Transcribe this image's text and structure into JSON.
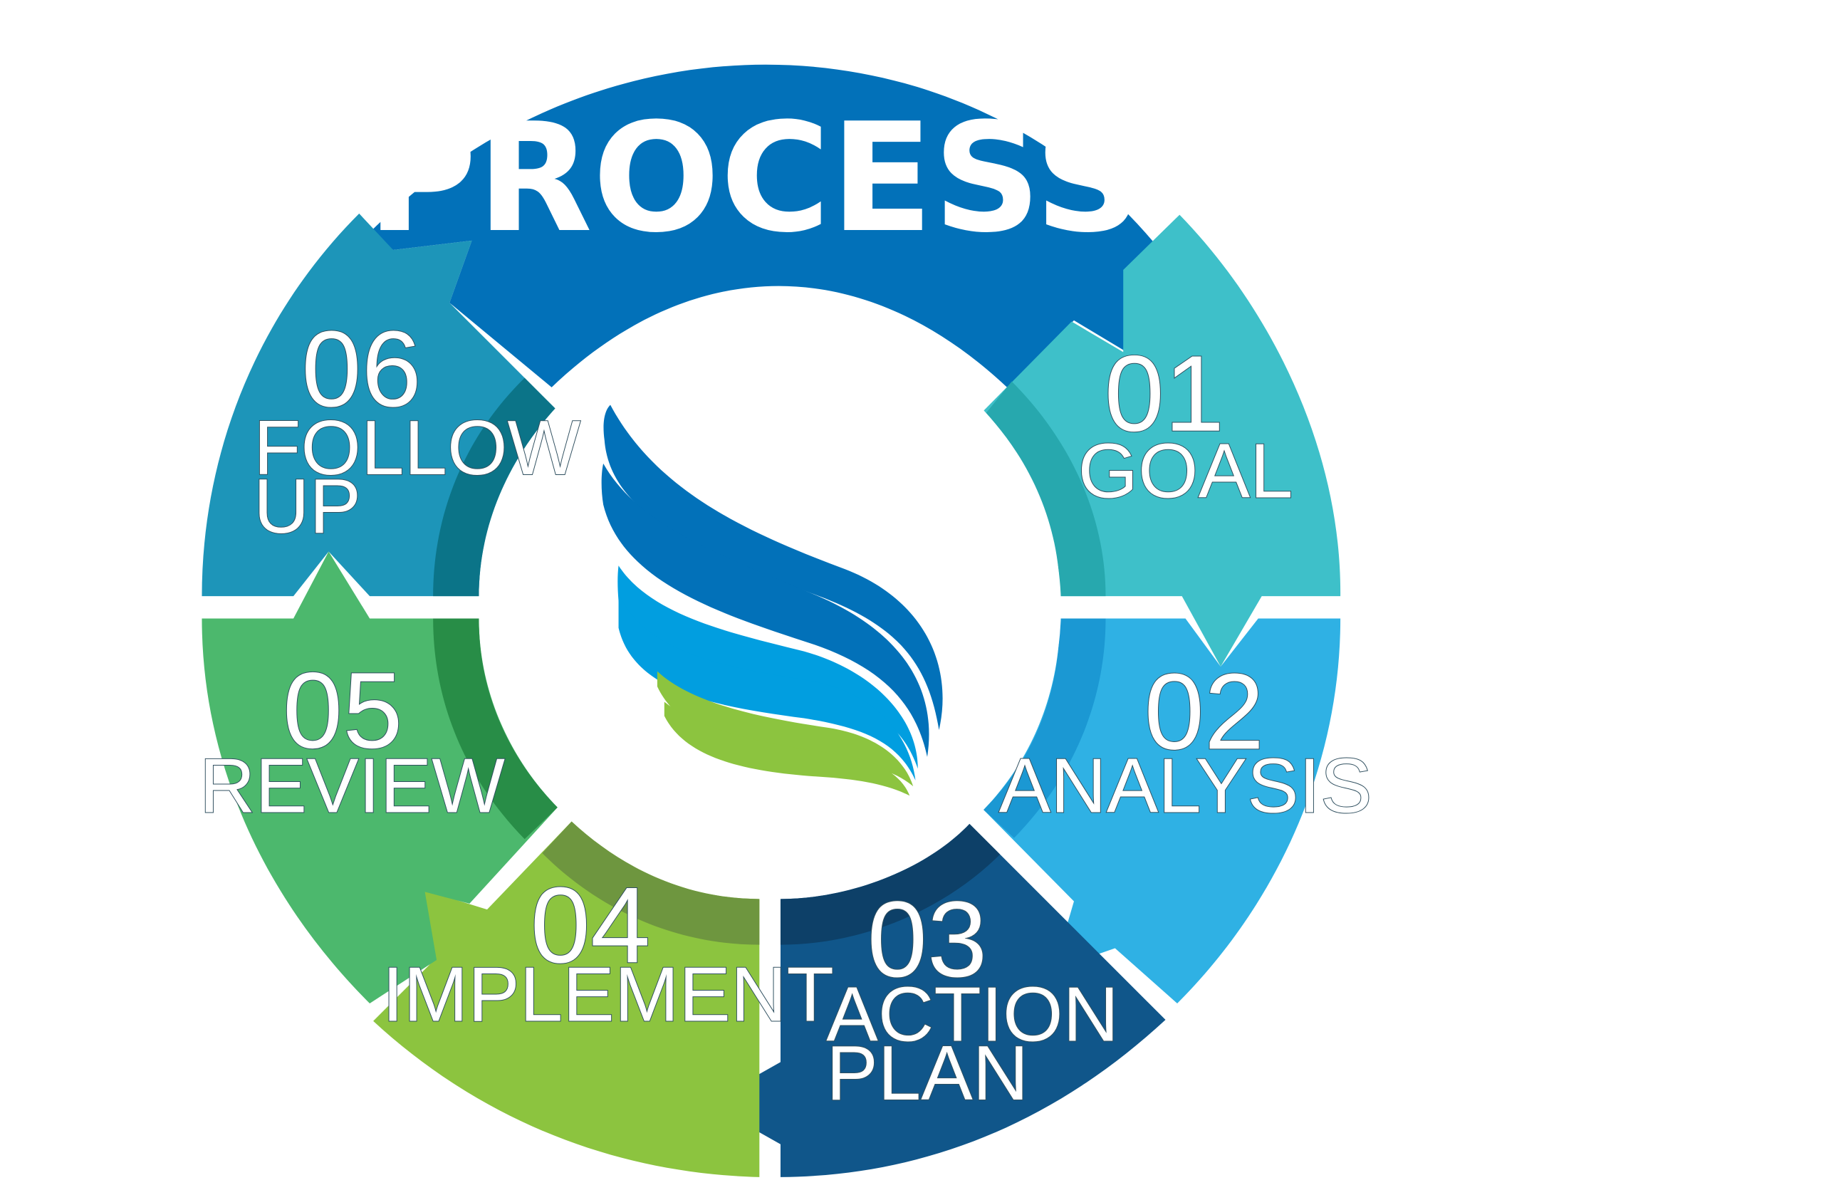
{
  "title": "PROCESS",
  "colors": {
    "title_band": "#0271b9",
    "goal": "#3ec0c9",
    "goal_inner": "#27a8ae",
    "analysis": "#2fb1e4",
    "analysis_inner": "#1b98d3",
    "action_plan": "#10568a",
    "action_plan_inner": "#0d4068",
    "implement": "#8cc43f",
    "implement_inner": "#6e963f",
    "review": "#4cb86d",
    "review_inner": "#288d47",
    "follow_up": "#1d95b9",
    "follow_up_inner": "#0b7488",
    "logo_dark_blue": "#0271b9",
    "logo_light_blue": "#019ee0",
    "logo_green": "#8cc43f"
  },
  "steps": [
    {
      "number": "01",
      "label": "GOAL"
    },
    {
      "number": "02",
      "label": "ANALYSIS"
    },
    {
      "number": "03",
      "label_line1": "ACTION",
      "label_line2": "PLAN"
    },
    {
      "number": "04",
      "label": "IMPLEMENT"
    },
    {
      "number": "05",
      "label": "REVIEW"
    },
    {
      "number": "06",
      "label_line1": "FOLLOW",
      "label_line2": "UP"
    }
  ],
  "center_logo": "swoosh-logo-icon"
}
